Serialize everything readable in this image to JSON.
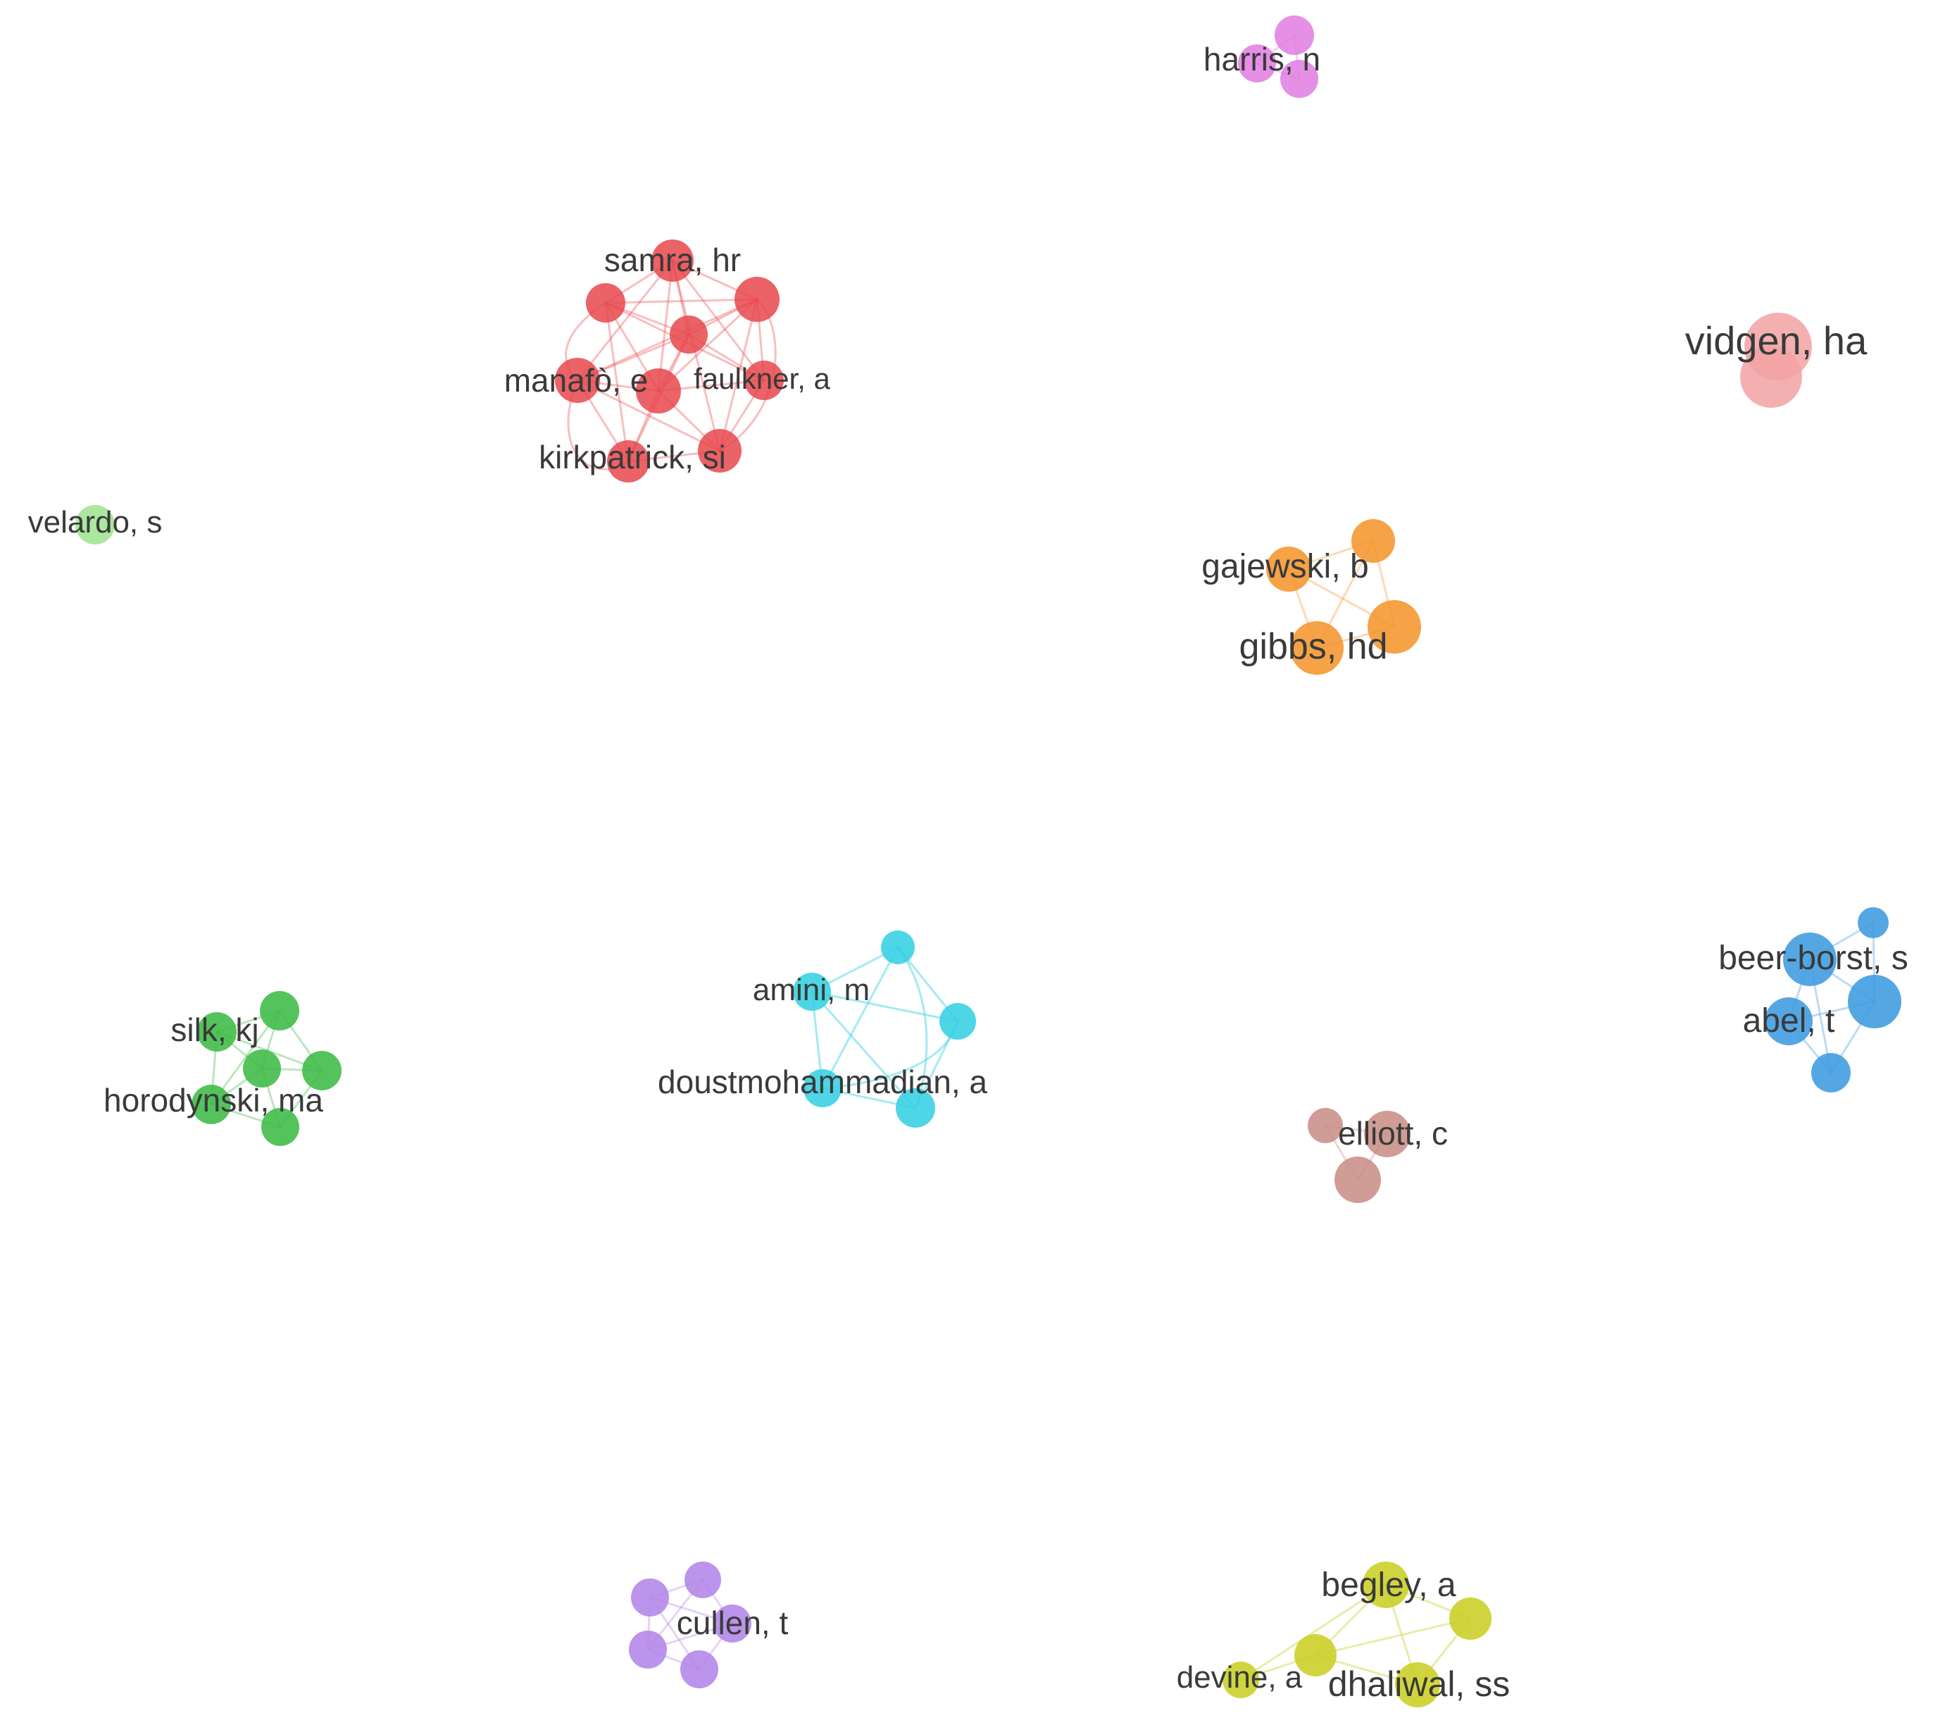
{
  "clusters": [
    {
      "id": "red",
      "color": "#e8474c",
      "node_opacity": 0.85,
      "edge_opacity": 0.35,
      "labels": [
        "samra, hr",
        "manafò, e",
        "faulkner, a",
        "kirkpatrick, si"
      ]
    },
    {
      "id": "pink",
      "color": "#f2a2a3",
      "node_opacity": 0.85,
      "edge_opacity": 0.35,
      "labels": [
        "vidgen, ha"
      ]
    },
    {
      "id": "magenta",
      "color": "#e07be0",
      "node_opacity": 0.85,
      "edge_opacity": 0.35,
      "labels": [
        "harris, n"
      ]
    },
    {
      "id": "light-green",
      "color": "#9ee38f",
      "node_opacity": 0.85,
      "edge_opacity": 0.35,
      "labels": [
        "velardo, s"
      ]
    },
    {
      "id": "orange",
      "color": "#f5952e",
      "node_opacity": 0.88,
      "edge_opacity": 0.35,
      "labels": [
        "gajewski, b",
        "gibbs, hd"
      ]
    },
    {
      "id": "green",
      "color": "#3dbb45",
      "node_opacity": 0.88,
      "edge_opacity": 0.35,
      "labels": [
        "silk, kj",
        "horodynski, ma"
      ]
    },
    {
      "id": "cyan",
      "color": "#35d0e2",
      "node_opacity": 0.88,
      "edge_opacity": 0.45,
      "labels": [
        "amini, m",
        "doustmohammadian, a"
      ]
    },
    {
      "id": "blue",
      "color": "#3d9be0",
      "node_opacity": 0.88,
      "edge_opacity": 0.35,
      "labels": [
        "beer-borst, s",
        "abel, t"
      ]
    },
    {
      "id": "brown",
      "color": "#c78c84",
      "node_opacity": 0.85,
      "edge_opacity": 0.35,
      "labels": [
        "elliott, c"
      ]
    },
    {
      "id": "purple",
      "color": "#b385e8",
      "node_opacity": 0.88,
      "edge_opacity": 0.35,
      "labels": [
        "cullen, t"
      ]
    },
    {
      "id": "yellow",
      "color": "#c9cf24",
      "node_opacity": 0.88,
      "edge_opacity": 0.4,
      "labels": [
        "begley, a",
        "devine, a",
        "dhaliwal, ss"
      ]
    }
  ]
}
